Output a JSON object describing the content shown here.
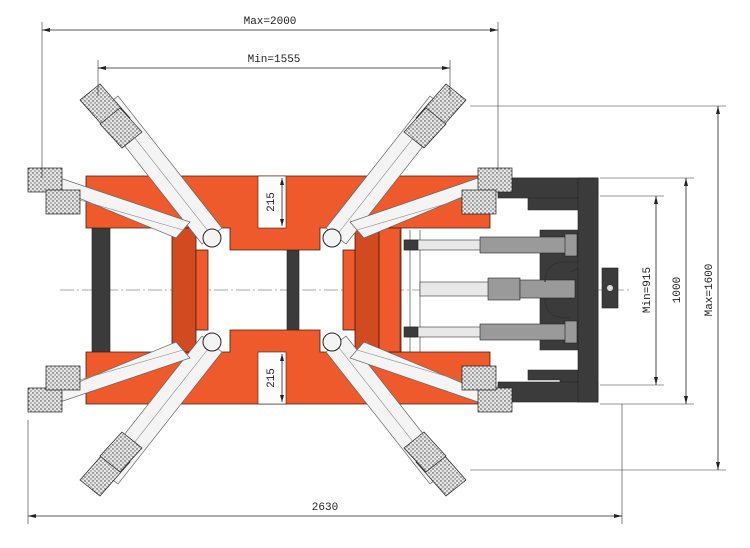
{
  "dimensions": {
    "max_width": "Max=2000",
    "min_width": "Min=1555",
    "platform_gap_top": "215",
    "platform_gap_bottom": "215",
    "min_height": "Min=915",
    "frame_height": "1000",
    "max_height": "Max=1600",
    "total_length": "2630"
  },
  "colors": {
    "platform": "#ee5a2c",
    "frame": "#3b3b3b",
    "arm": "#f4f4f4"
  }
}
